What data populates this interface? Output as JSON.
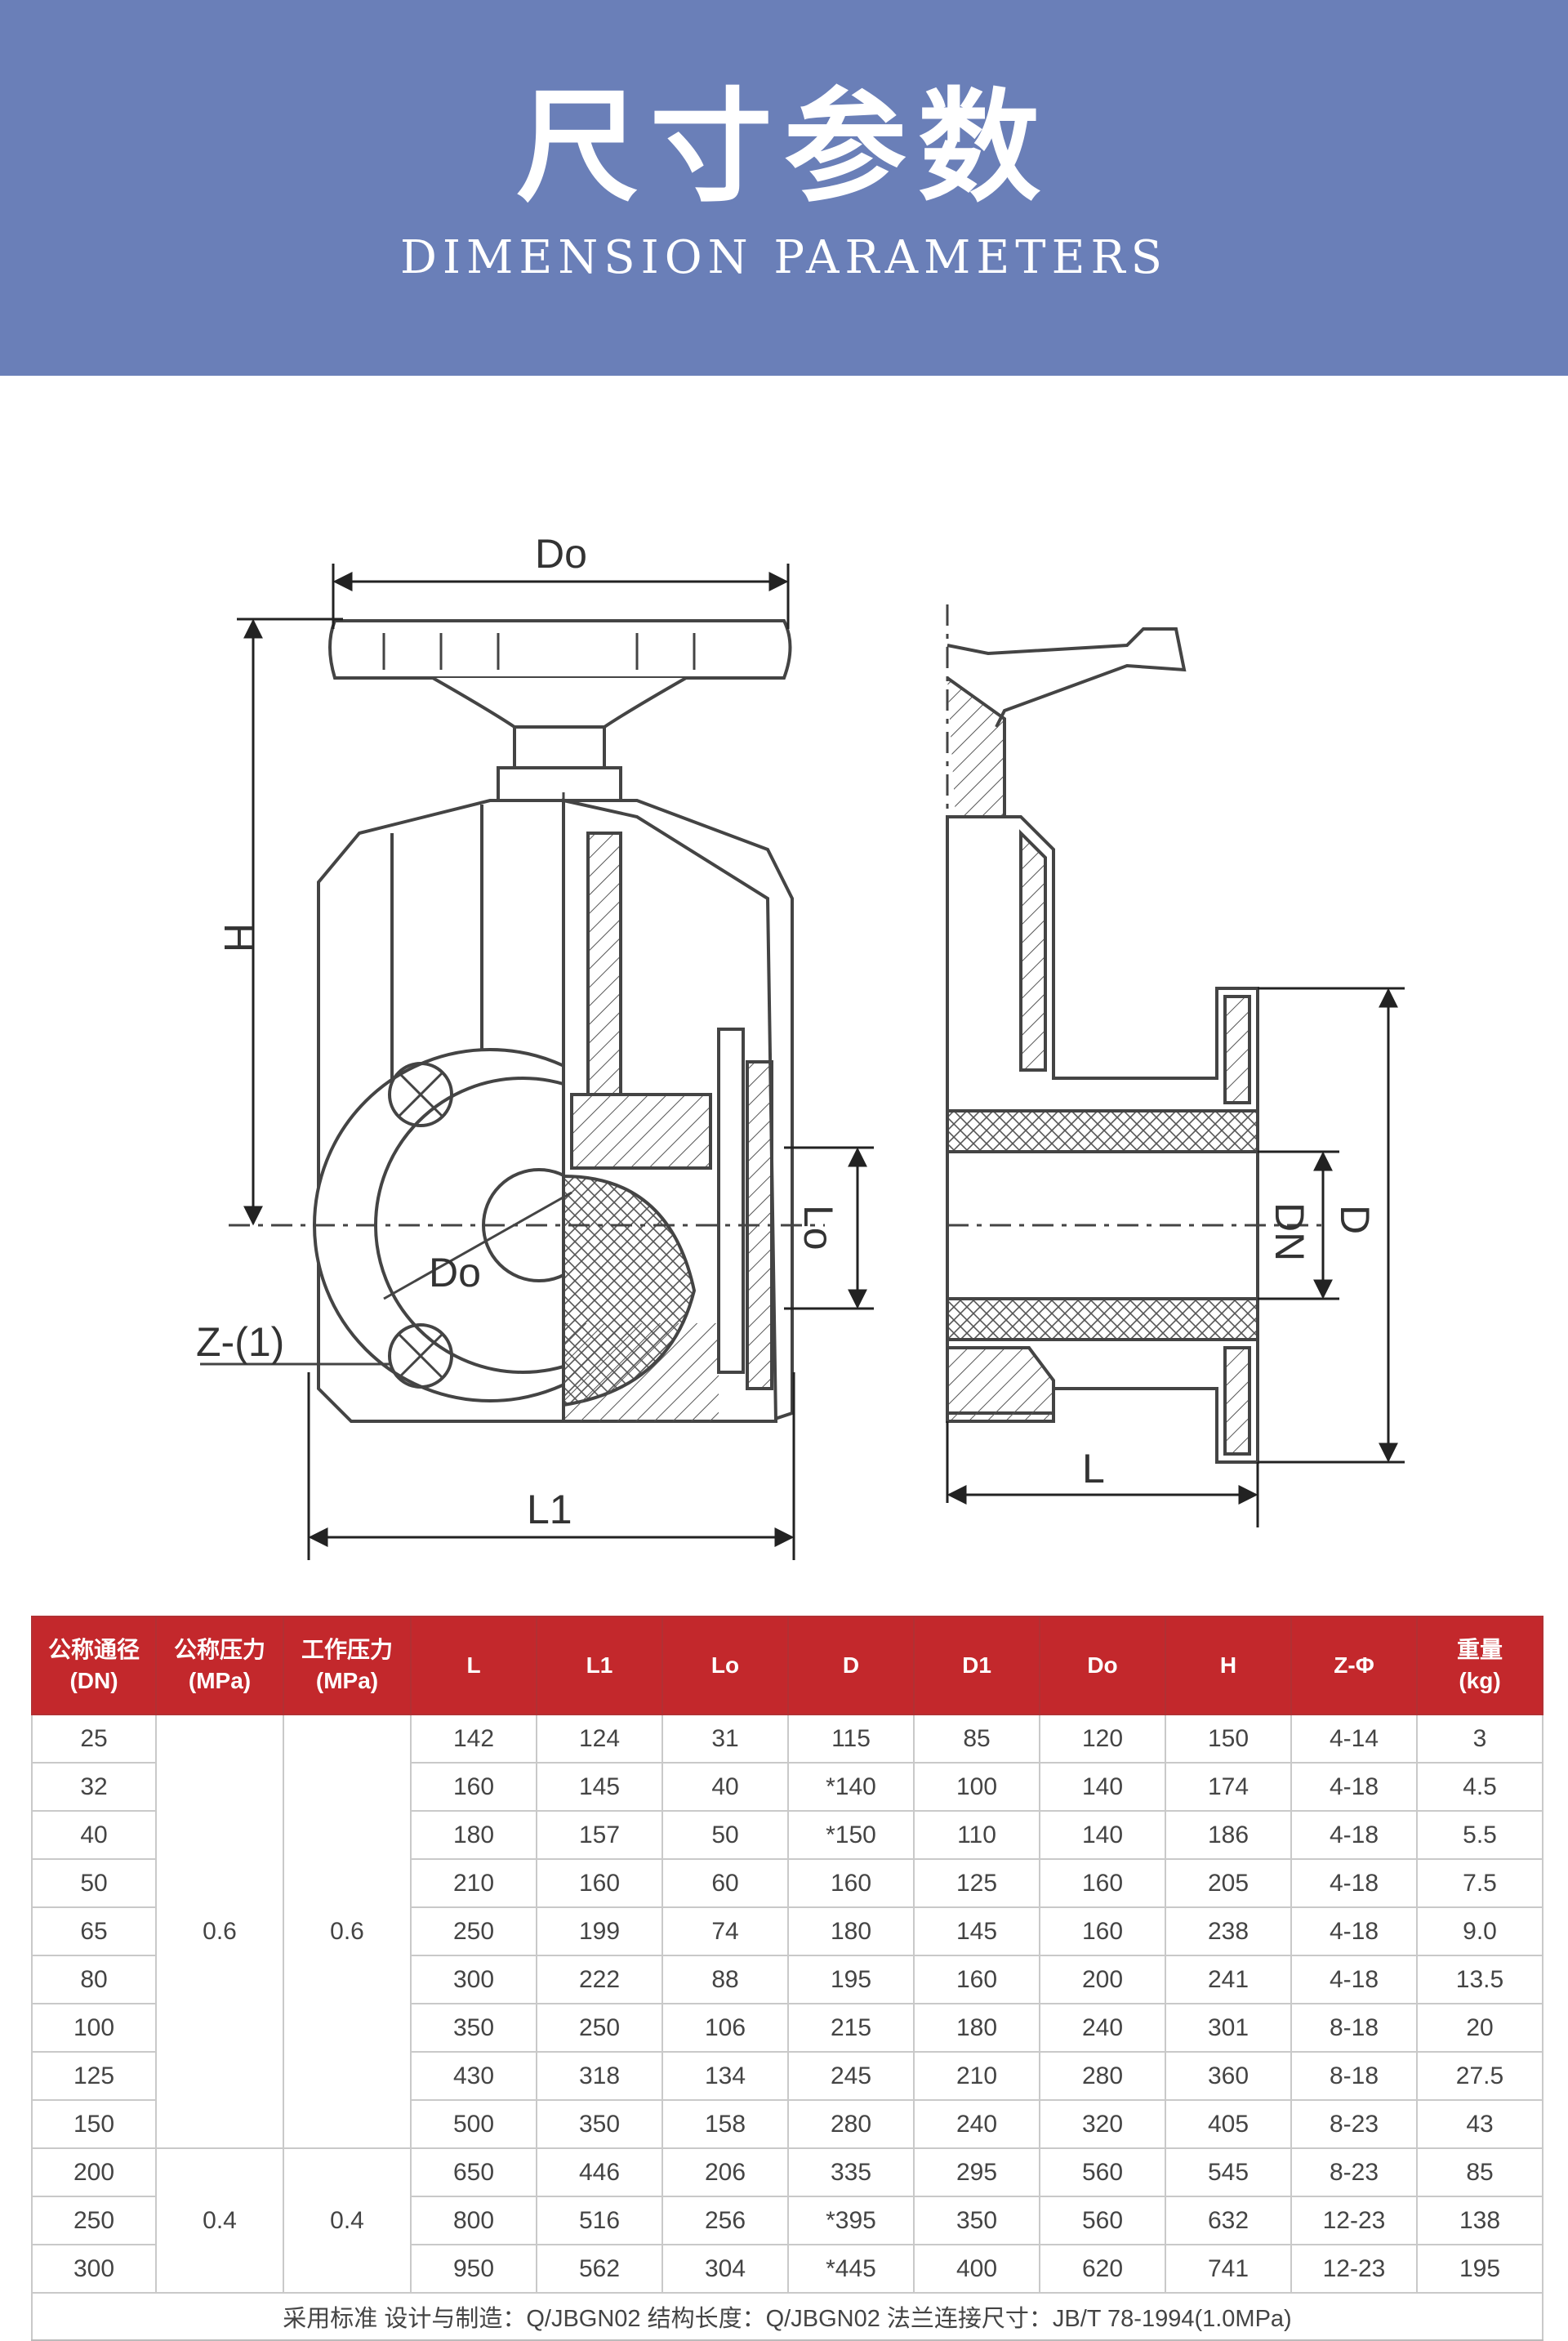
{
  "header": {
    "title_cn": "尺寸参数",
    "title_en": "DIMENSION PARAMETERS",
    "bg_color": "#6a7fb8"
  },
  "drawing": {
    "labels": {
      "Do_top": "Do",
      "H": "H",
      "Lo": "Lo",
      "Do_inner": "Do",
      "Z": "Z-(1)",
      "L1": "L1",
      "DN": "DN",
      "D": "D",
      "L": "L"
    }
  },
  "table": {
    "header_color": "#c3282c",
    "headers": [
      "公称通径 (DN)",
      "公称压力 (MPa)",
      "工作压力 (MPa)",
      "L",
      "L1",
      "Lo",
      "D",
      "D1",
      "Do",
      "H",
      "Z-Φ",
      "重量 (kg)"
    ],
    "pressure_groups": [
      {
        "nominal": "0.6",
        "working": "0.6",
        "rows": 9
      },
      {
        "nominal": "0.4",
        "working": "0.4",
        "rows": 3
      }
    ],
    "rows": [
      {
        "DN": "25",
        "L": "142",
        "L1": "124",
        "Lo": "31",
        "D": "115",
        "D1": "85",
        "Do": "120",
        "H": "150",
        "Z": "4-14",
        "W": "3"
      },
      {
        "DN": "32",
        "L": "160",
        "L1": "145",
        "Lo": "40",
        "D": "*140",
        "D1": "100",
        "Do": "140",
        "H": "174",
        "Z": "4-18",
        "W": "4.5"
      },
      {
        "DN": "40",
        "L": "180",
        "L1": "157",
        "Lo": "50",
        "D": "*150",
        "D1": "110",
        "Do": "140",
        "H": "186",
        "Z": "4-18",
        "W": "5.5"
      },
      {
        "DN": "50",
        "L": "210",
        "L1": "160",
        "Lo": "60",
        "D": "160",
        "D1": "125",
        "Do": "160",
        "H": "205",
        "Z": "4-18",
        "W": "7.5"
      },
      {
        "DN": "65",
        "L": "250",
        "L1": "199",
        "Lo": "74",
        "D": "180",
        "D1": "145",
        "Do": "160",
        "H": "238",
        "Z": "4-18",
        "W": "9.0"
      },
      {
        "DN": "80",
        "L": "300",
        "L1": "222",
        "Lo": "88",
        "D": "195",
        "D1": "160",
        "Do": "200",
        "H": "241",
        "Z": "4-18",
        "W": "13.5"
      },
      {
        "DN": "100",
        "L": "350",
        "L1": "250",
        "Lo": "106",
        "D": "215",
        "D1": "180",
        "Do": "240",
        "H": "301",
        "Z": "8-18",
        "W": "20"
      },
      {
        "DN": "125",
        "L": "430",
        "L1": "318",
        "Lo": "134",
        "D": "245",
        "D1": "210",
        "Do": "280",
        "H": "360",
        "Z": "8-18",
        "W": "27.5"
      },
      {
        "DN": "150",
        "L": "500",
        "L1": "350",
        "Lo": "158",
        "D": "280",
        "D1": "240",
        "Do": "320",
        "H": "405",
        "Z": "8-23",
        "W": "43"
      },
      {
        "DN": "200",
        "L": "650",
        "L1": "446",
        "Lo": "206",
        "D": "335",
        "D1": "295",
        "Do": "560",
        "H": "545",
        "Z": "8-23",
        "W": "85"
      },
      {
        "DN": "250",
        "L": "800",
        "L1": "516",
        "Lo": "256",
        "D": "*395",
        "D1": "350",
        "Do": "560",
        "H": "632",
        "Z": "12-23",
        "W": "138"
      },
      {
        "DN": "300",
        "L": "950",
        "L1": "562",
        "Lo": "304",
        "D": "*445",
        "D1": "400",
        "Do": "620",
        "H": "741",
        "Z": "12-23",
        "W": "195"
      }
    ],
    "footer": "采用标准   设计与制造：Q/JBGN02  结构长度：Q/JBGN02 法兰连接尺寸：JB/T 78-1994(1.0MPa)"
  }
}
